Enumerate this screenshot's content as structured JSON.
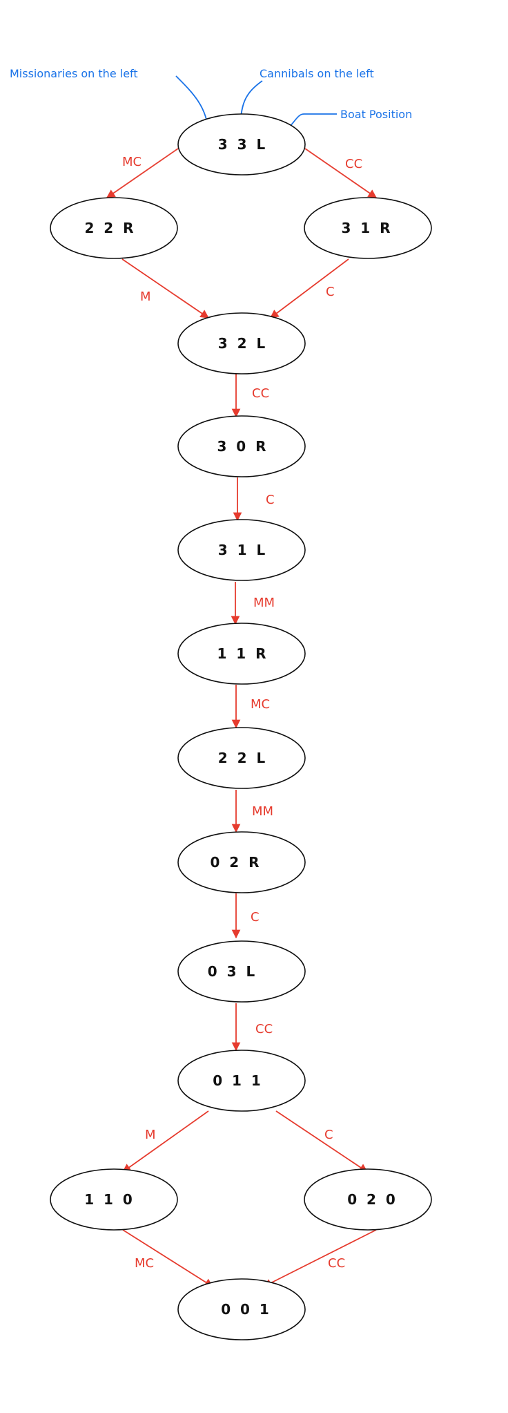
{
  "colors": {
    "edge": "#e63b2e",
    "annotation": "#1a73e8",
    "node_stroke": "#111111"
  },
  "annotations": {
    "missionaries": "Missionaries on the left",
    "cannibals": "Cannibals on the left",
    "boat": "Boat Position"
  },
  "nodes": {
    "s1": "3  3  L",
    "s2a": "2  2  R",
    "s2b": "3  1  R",
    "s3": "3  2  L",
    "s4": "3  0  R",
    "s5": "3  1  L",
    "s6": "1  1  R",
    "s7": "2  2  L",
    "s8": "0  2  R",
    "s9": "0  3  L",
    "s10": "0  1  1",
    "s11a": "1  1  0",
    "s11b": "0  2  0",
    "s12": "0  0  1"
  },
  "edges": {
    "e1": "MC",
    "e2": "CC",
    "e3": "M",
    "e4": "C",
    "e5": "CC",
    "e6": "C",
    "e7": "MM",
    "e8": "MC",
    "e9": "MM",
    "e10": "C",
    "e11": "CC",
    "e12": "M",
    "e13": "C",
    "e14": "MC",
    "e15": "CC"
  }
}
